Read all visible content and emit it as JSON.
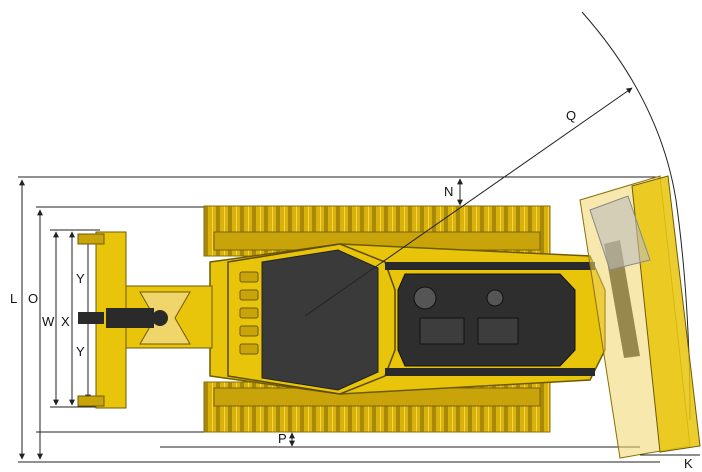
{
  "diagram": {
    "labels": {
      "L": "L",
      "O": "O",
      "W": "W",
      "X": "X",
      "Y_upper": "Y",
      "Y_lower": "Y",
      "N": "N",
      "P": "P",
      "Q": "Q",
      "K": "K"
    },
    "colors": {
      "machine_yellow": "#e8c40a",
      "track_yellow": "#d9b30b",
      "track_shadow": "#9c7f08",
      "cab_dark": "#3a3a3a",
      "engine_dark": "#2e2e2e",
      "blade_tint": "#f0d66a",
      "dimension_line": "#222222"
    }
  }
}
